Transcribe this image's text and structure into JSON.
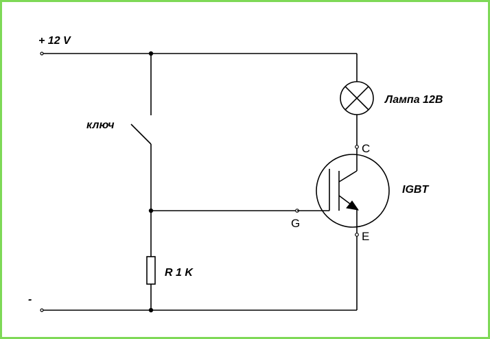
{
  "border_color": "#7ed957",
  "wire_color": "#000000",
  "labels": {
    "supply_positive": "+ 12 V",
    "supply_negative": "-",
    "switch": "ключ",
    "resistor": "R 1 K",
    "lamp": "Лампа 12В",
    "transistor": "IGBT",
    "pin_collector": "C",
    "pin_gate": "G",
    "pin_emitter": "E"
  }
}
